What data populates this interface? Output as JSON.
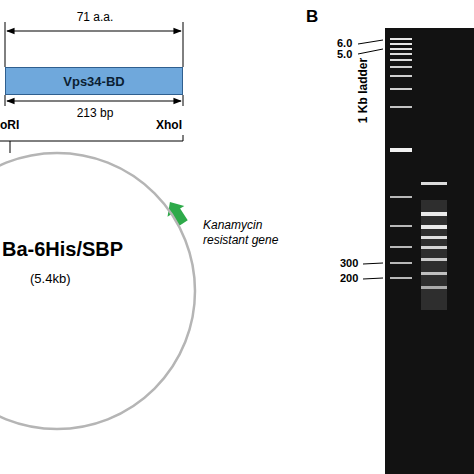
{
  "diagram": {
    "nodes": [
      {
        "text": [
          "Vps34-BD"
        ]
      },
      {
        "text": [
          "Ba-6His/SBP",
          "(5.4kb)"
        ]
      }
    ],
    "edges": [],
    "labels": [
      "71 a.a.",
      "213 bp",
      "oRI",
      "XhoI",
      "Kanamycin resistant gene",
      "B",
      "1 Kb ladder",
      "6.0",
      "5.0",
      "300",
      "200"
    ]
  }
}
